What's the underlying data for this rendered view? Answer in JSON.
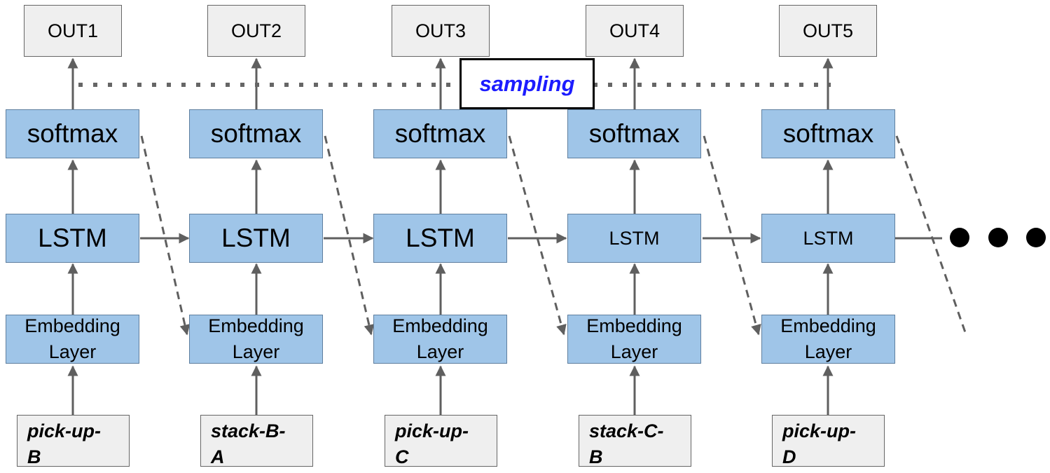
{
  "columns": [
    {
      "out": "OUT1",
      "softmax": "softmax",
      "lstm": "LSTM",
      "embedding": [
        "Embedding",
        "Layer"
      ],
      "input": [
        "pick-up-",
        "B"
      ]
    },
    {
      "out": "OUT2",
      "softmax": "softmax",
      "lstm": "LSTM",
      "embedding": [
        "Embedding",
        "Layer"
      ],
      "input": [
        "stack-B-",
        "A"
      ]
    },
    {
      "out": "OUT3",
      "softmax": "softmax",
      "lstm": "LSTM",
      "embedding": [
        "Embedding",
        "Layer"
      ],
      "input": [
        "pick-up-",
        "C"
      ]
    },
    {
      "out": "OUT4",
      "softmax": "softmax",
      "lstm": "LSTM",
      "embedding": [
        "Embedding",
        "Layer"
      ],
      "input": [
        "stack-C-",
        "B"
      ]
    },
    {
      "out": "OUT5",
      "softmax": "softmax",
      "lstm": "LSTM",
      "embedding": [
        "Embedding",
        "Layer"
      ],
      "input": [
        "pick-up-",
        "D"
      ]
    }
  ],
  "sampling_label": "sampling",
  "colors": {
    "node_fill": "#9fc5e8",
    "io_fill": "#efefef",
    "arrow": "#5f5f5f",
    "sampling_text": "#1c1cff"
  }
}
